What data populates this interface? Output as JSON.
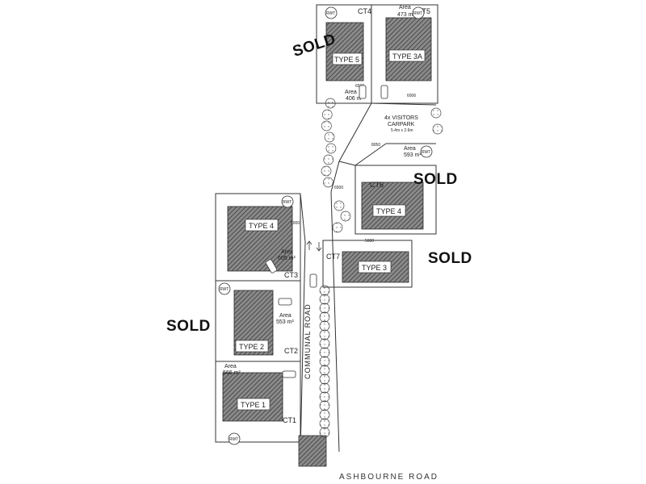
{
  "sold_labels": [
    "SOLD",
    "SOLD",
    "SOLD",
    "SOLD"
  ],
  "road_name": "ASHBOURNE ROAD",
  "communal_road": "COMMUNAL ROAD",
  "lots": [
    {
      "id": "CT1",
      "type": "TYPE 1",
      "area": "566 m²"
    },
    {
      "id": "CT2",
      "type": "TYPE 2",
      "area": "553 m²"
    },
    {
      "id": "CT3",
      "type": "TYPE 4",
      "area": "605 m²"
    },
    {
      "id": "CT4",
      "type": "TYPE 5",
      "area": "406 m²"
    },
    {
      "id": "CT5",
      "type": "TYPE 3A",
      "area": "473 m²"
    },
    {
      "id": "CT6",
      "type": "TYPE 4",
      "area": "593 m²"
    },
    {
      "id": "CT7",
      "type": "TYPE 3",
      "area": ""
    }
  ],
  "area_word": "Area",
  "visitors_carpark": {
    "line1": "4x VISITORS",
    "line2": "CARPARK",
    "line3": "5.4m x 2.6m"
  },
  "rwt_label": "RWT",
  "dimensions": [
    "6500",
    "6006",
    "6500",
    "8050",
    "5000",
    "5000"
  ]
}
